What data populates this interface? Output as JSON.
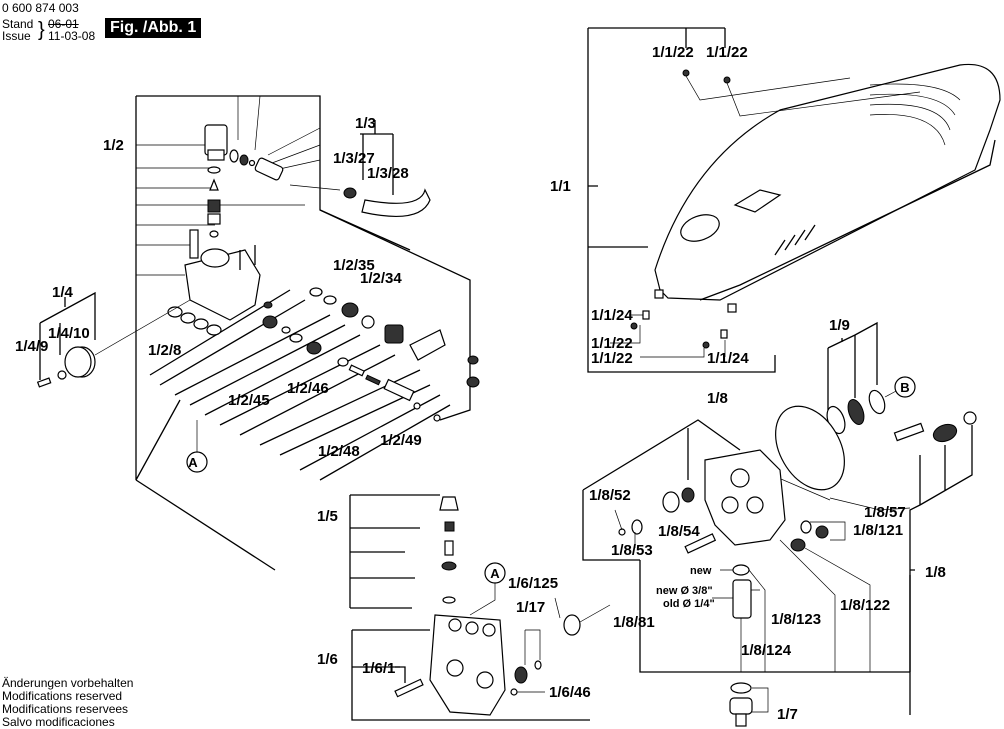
{
  "header": {
    "part_number": "0 600 874 003",
    "stand_label": "Stand",
    "issue_label": "Issue",
    "old_date": "06-01",
    "issue_date": "11-03-08",
    "figure_title": "Fig. /Abb. 1"
  },
  "notes": [
    "Änderungen vorbehalten",
    "Modifications reserved",
    "Modifications reservees",
    "Salvo modificaciones"
  ],
  "callouts": {
    "a1": "A",
    "a2": "A",
    "b": "B"
  },
  "labels": {
    "l1_2": "1/2",
    "l1_3": "1/3",
    "l1_3_27": "1/3/27",
    "l1_3_28": "1/3/28",
    "l1_4": "1/4",
    "l1_4_10": "1/4/10",
    "l1_4_9": "1/4/9",
    "l1_2_8": "1/2/8",
    "l1_2_35": "1/2/35",
    "l1_2_34": "1/2/34",
    "l1_2_45": "1/2/45",
    "l1_2_46": "1/2/46",
    "l1_2_48": "1/2/48",
    "l1_2_49": "1/2/49",
    "l1_1": "1/1",
    "l1_1_22a": "1/1/22",
    "l1_1_22b": "1/1/22",
    "l1_1_24a": "1/1/24",
    "l1_1_22c": "1/1/22",
    "l1_1_22d": "1/1/22",
    "l1_1_24b": "1/1/24",
    "l1_9": "1/9",
    "l1_8_top": "1/8",
    "l1_8_52": "1/8/52",
    "l1_8_53": "1/8/53",
    "l1_8_54": "1/8/54",
    "l1_8_57": "1/8/57",
    "l1_8_121": "1/8/121",
    "l1_8_right": "1/8",
    "l1_8_122": "1/8/122",
    "l1_8_123": "1/8/123",
    "l1_8_124": "1/8/124",
    "l1_8_81": "1/8/81",
    "new": "new",
    "new_dia": "new  Ø 3/8\"",
    "old_dia": "old  Ø 1/4\"",
    "l1_5": "1/5",
    "l1_6": "1/6",
    "l1_6_1": "1/6/1",
    "l1_6_125": "1/6/125",
    "l1_17": "1/17",
    "l1_6_46": "1/6/46",
    "l1_7": "1/7"
  }
}
